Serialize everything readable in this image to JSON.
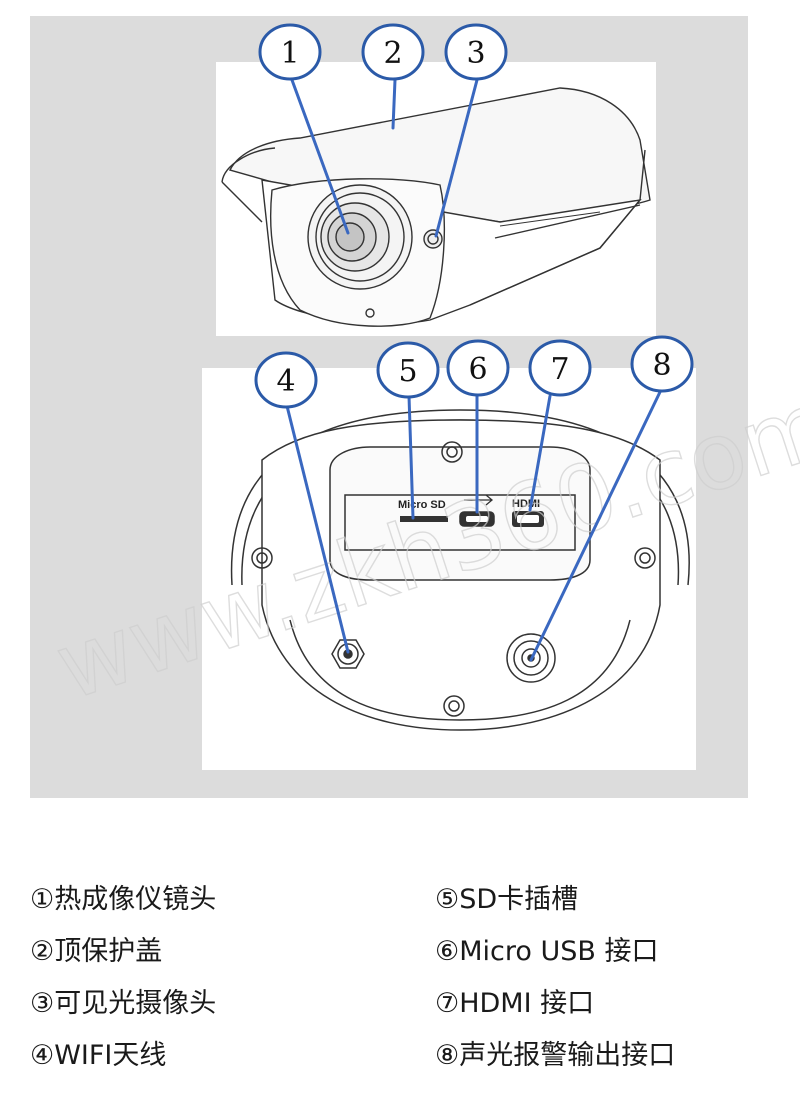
{
  "callouts": [
    "1",
    "2",
    "3",
    "4",
    "5",
    "6",
    "7",
    "8"
  ],
  "port_labels": {
    "micro_sd": "Micro SD",
    "hdmi": "HDMI"
  },
  "watermark": "www.zkh360.com",
  "legend": {
    "left": [
      "①热成像仪镜头",
      "②顶保护盖",
      "③可见光摄像头",
      "④WIFI天线"
    ],
    "right": [
      "⑤SD卡插槽",
      "⑥Micro USB 接口",
      "⑦HDMI 接口",
      "⑧声光报警输出接口"
    ]
  },
  "colors": {
    "callout_stroke": "#2b5aa8",
    "callout_line": "#3a68c0",
    "panel_bg": "#dcdcdc"
  }
}
